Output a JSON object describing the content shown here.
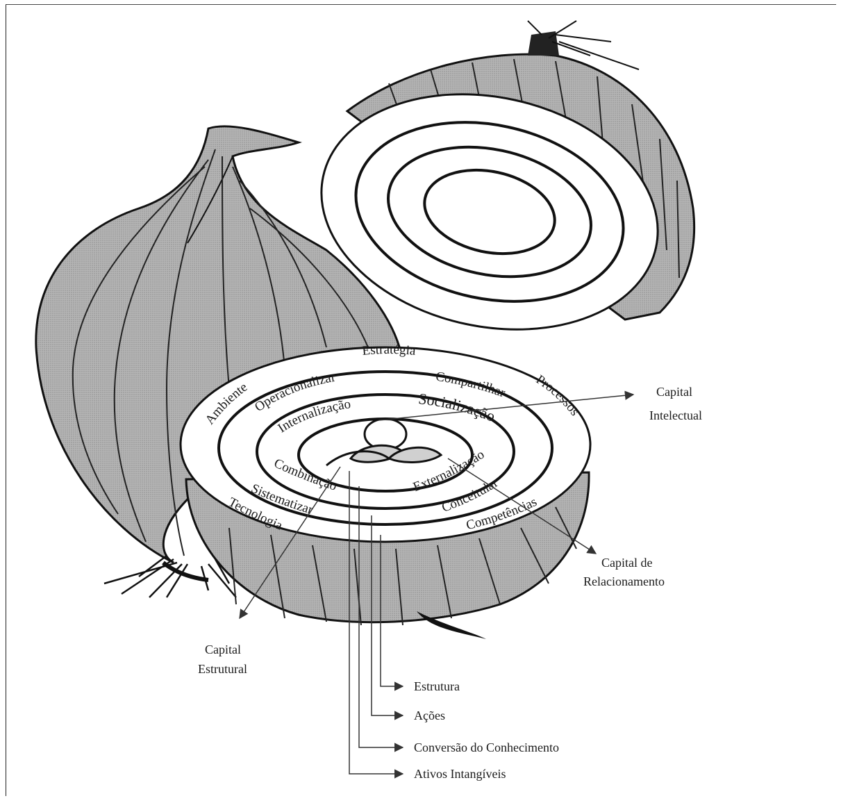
{
  "rings": {
    "outer": [
      "Estratégia",
      "Processos",
      "Competências",
      "Tecnologia",
      "Ambiente"
    ],
    "middle": [
      "Compartilhar",
      "Conceitular",
      "Sistematizar",
      "Operacionalizar"
    ],
    "inner": [
      "Socialização",
      "Externalização",
      "Combinação",
      "Internalização"
    ]
  },
  "capitals": {
    "intelectual": [
      "Capital",
      "Intelectual"
    ],
    "relacionamento": [
      "Capital de",
      "Relacionamento"
    ],
    "estrutural": [
      "Capital",
      "Estrutural"
    ]
  },
  "legend": [
    "Estrutura",
    "Ações",
    "Conversão do Conhecimento",
    "Ativos Intangíveis"
  ]
}
